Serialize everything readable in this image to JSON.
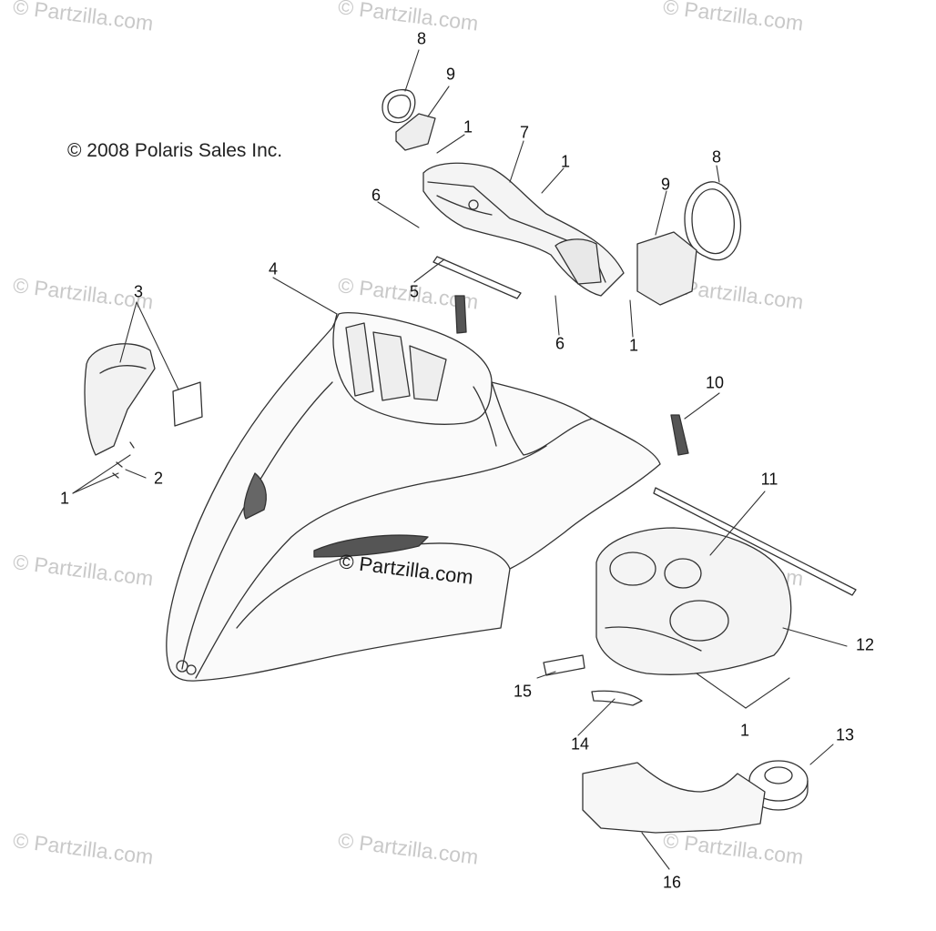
{
  "copyright": "© 2008 Polaris Sales Inc.",
  "watermark": "© Partzilla.com",
  "center_watermark": "© Partzilla.com",
  "callouts": [
    "8",
    "9",
    "1",
    "7",
    "1",
    "6",
    "8",
    "9",
    "4",
    "5",
    "6",
    "1",
    "3",
    "2",
    "1",
    "10",
    "11",
    "12",
    "15",
    "14",
    "1",
    "13",
    "16"
  ],
  "line_color": "#333333"
}
